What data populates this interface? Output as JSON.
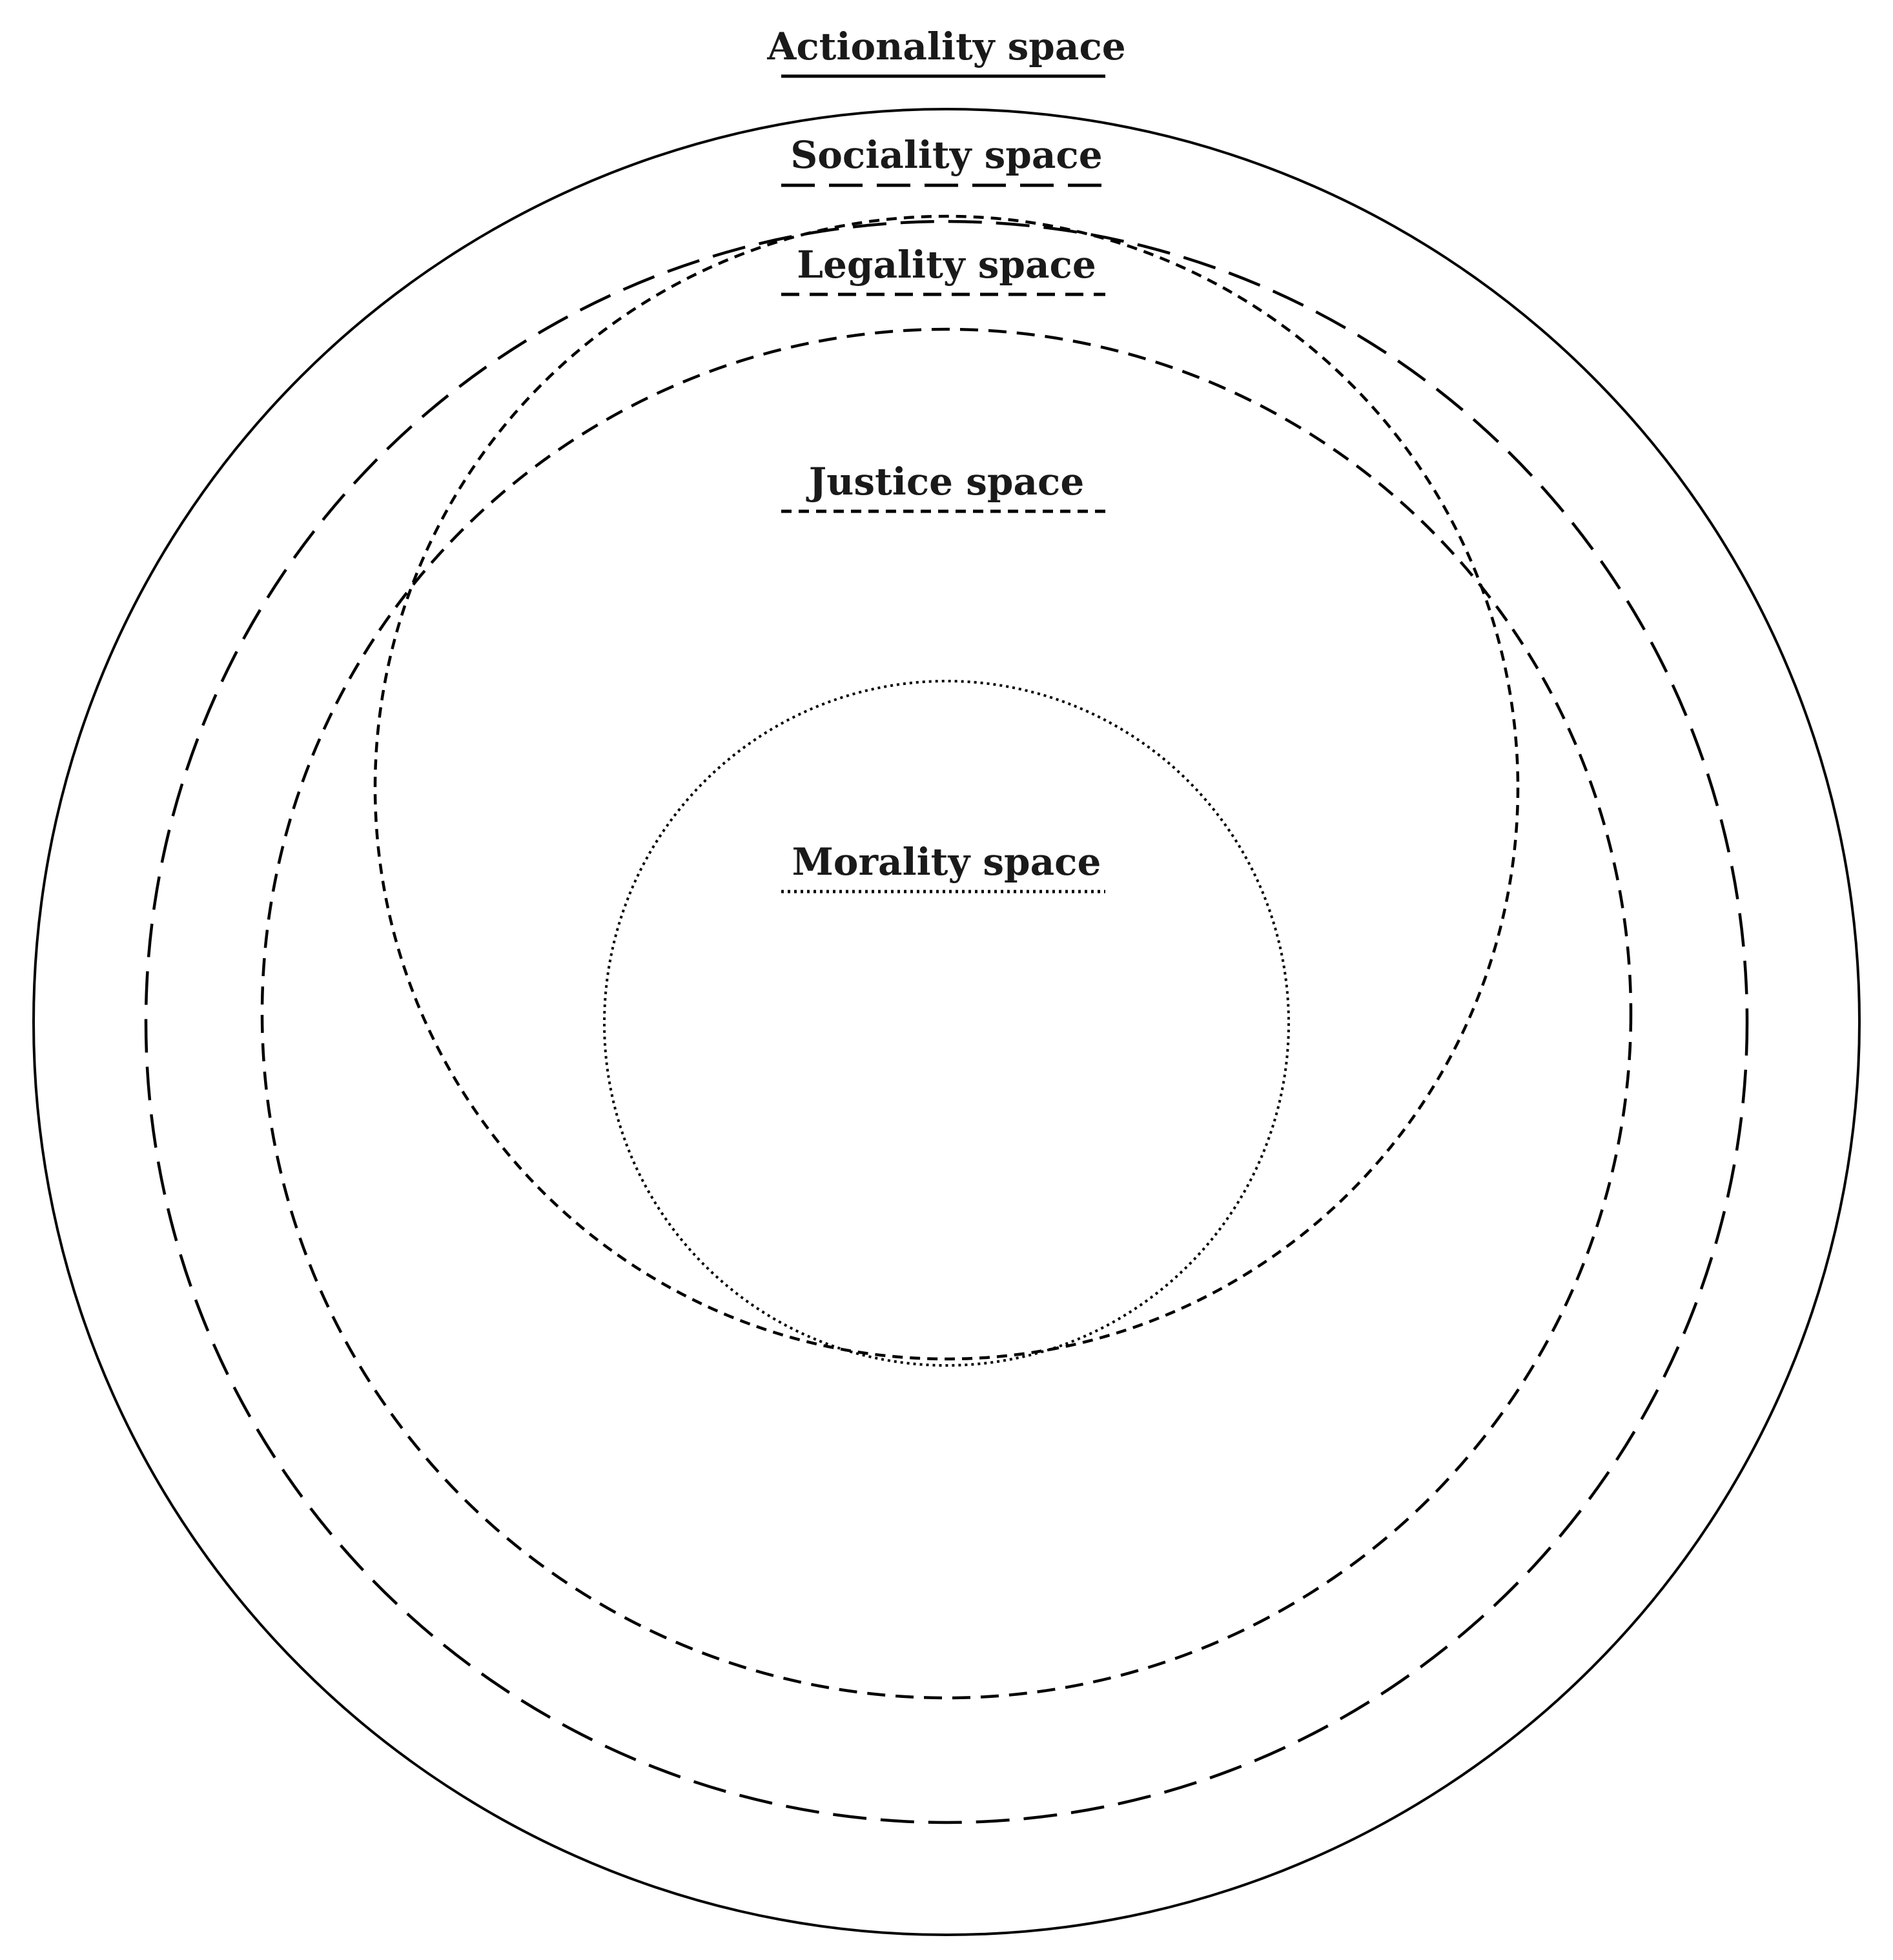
{
  "spaces": [
    {
      "id": "actionality",
      "label": "Actionality space",
      "line_style": "solid"
    },
    {
      "id": "sociality",
      "label": "Sociality space",
      "line_style": "long-dash"
    },
    {
      "id": "legality",
      "label": "Legality space",
      "line_style": "medium-dash"
    },
    {
      "id": "justice",
      "label": "Justice space",
      "line_style": "short-dash"
    },
    {
      "id": "morality",
      "label": "Morality space",
      "line_style": "dotted"
    }
  ],
  "colors": {
    "line": "#000000",
    "text": "#1a1a1a",
    "background": "#ffffff"
  }
}
